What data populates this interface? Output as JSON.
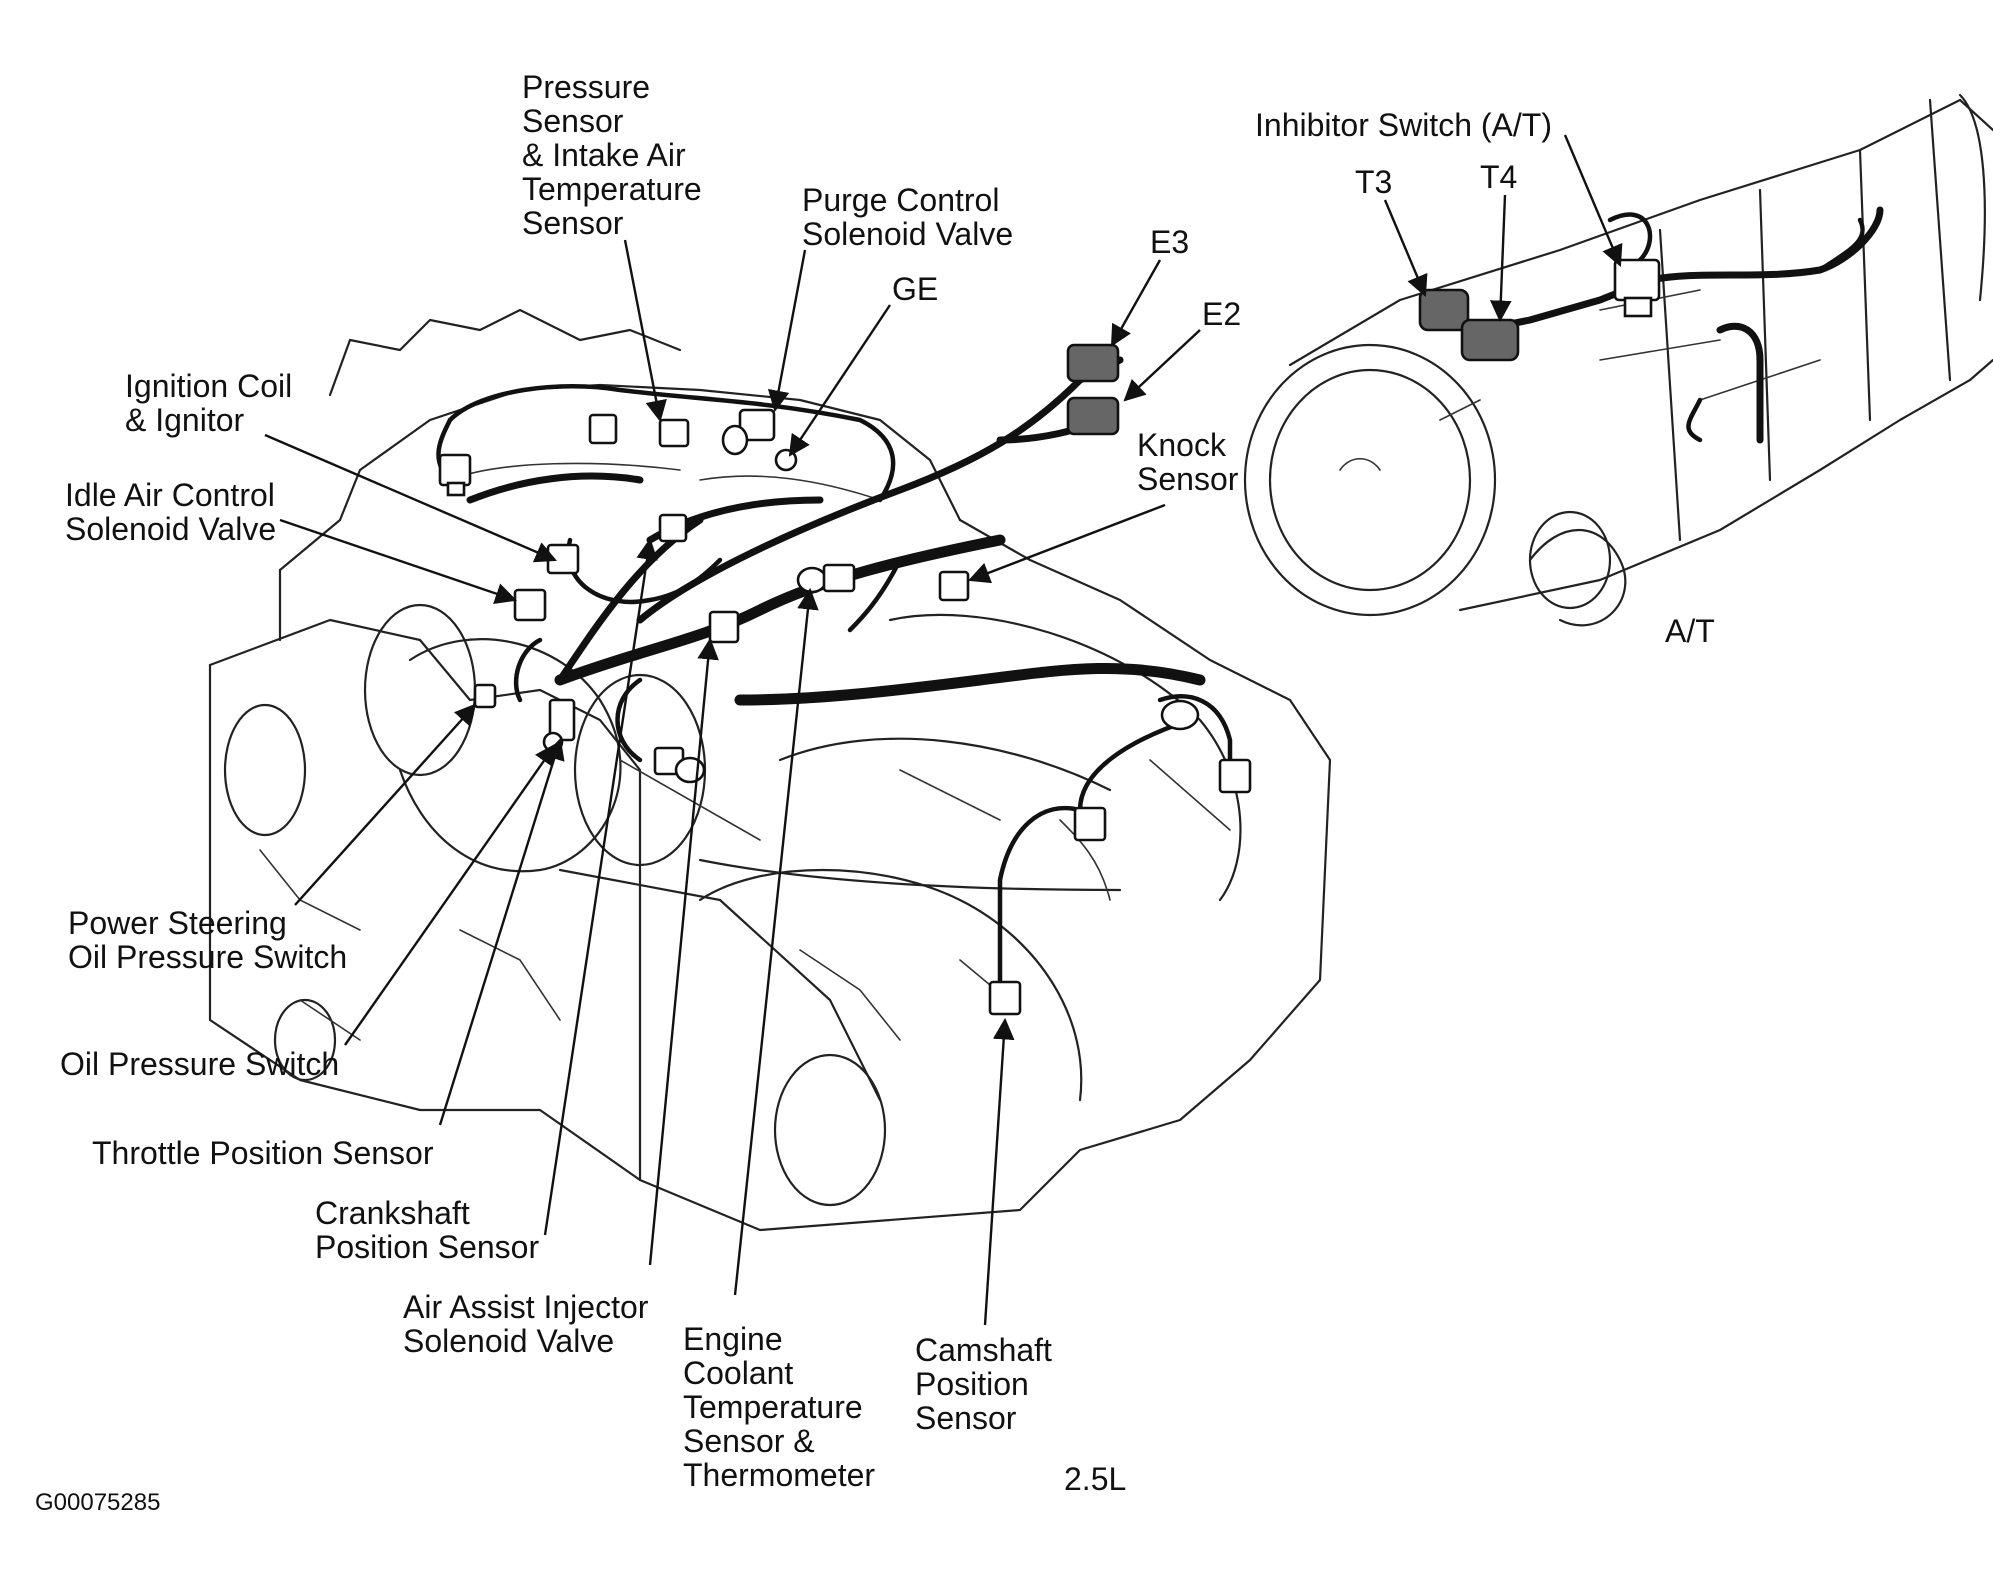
{
  "figure_id": "G00075285",
  "engine_label": "2.5L",
  "transmission_label": "A/T",
  "labels": {
    "pressure_sensor": [
      "Pressure",
      "Sensor",
      "& Intake Air",
      "Temperature",
      "Sensor"
    ],
    "purge_control": [
      "Purge Control",
      "Solenoid Valve"
    ],
    "ge": [
      "GE"
    ],
    "e3": [
      "E3"
    ],
    "e2": [
      "E2"
    ],
    "knock_sensor": [
      "Knock",
      "Sensor"
    ],
    "ignition_coil": [
      "Ignition Coil",
      "& Ignitor"
    ],
    "idle_air_control": [
      "Idle Air Control",
      "Solenoid Valve"
    ],
    "power_steering": [
      "Power Steering",
      "Oil Pressure Switch"
    ],
    "oil_pressure": [
      "Oil Pressure Switch"
    ],
    "throttle_position": [
      "Throttle Position Sensor"
    ],
    "crankshaft": [
      "Crankshaft",
      "Position Sensor"
    ],
    "air_assist": [
      "Air Assist Injector",
      "Solenoid Valve"
    ],
    "coolant_temp": [
      "Engine",
      "Coolant",
      "Temperature",
      "Sensor &",
      "Thermometer"
    ],
    "camshaft": [
      "Camshaft",
      "Position",
      "Sensor"
    ],
    "inhibitor_switch": [
      "Inhibitor Switch (A/T)"
    ],
    "t3": [
      "T3"
    ],
    "t4": [
      "T4"
    ]
  }
}
